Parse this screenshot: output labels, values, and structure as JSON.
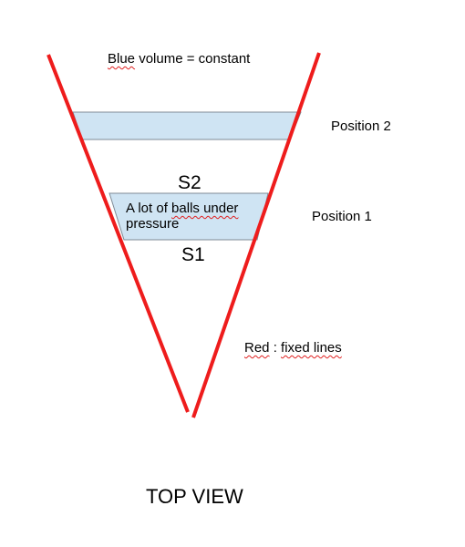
{
  "diagram": {
    "title_note_part1": "Blue",
    "title_note_part2": " volume  = constant",
    "position_2": "Position 2",
    "position_1": "Position 1",
    "s2": "S2",
    "s1": "S1",
    "balls_line1_part1": "A lot of ",
    "balls_line1_part2": "balls under",
    "balls_line2": "pressure",
    "red_legend_part1": "Red",
    "red_legend_part2": " : ",
    "red_legend_part3": "fixed lines",
    "view_caption": "TOP VIEW"
  },
  "colors": {
    "fixed_lines": "#ee1c1c",
    "volume_fill": "#cfe4f3",
    "volume_border": "#7f8a95"
  }
}
